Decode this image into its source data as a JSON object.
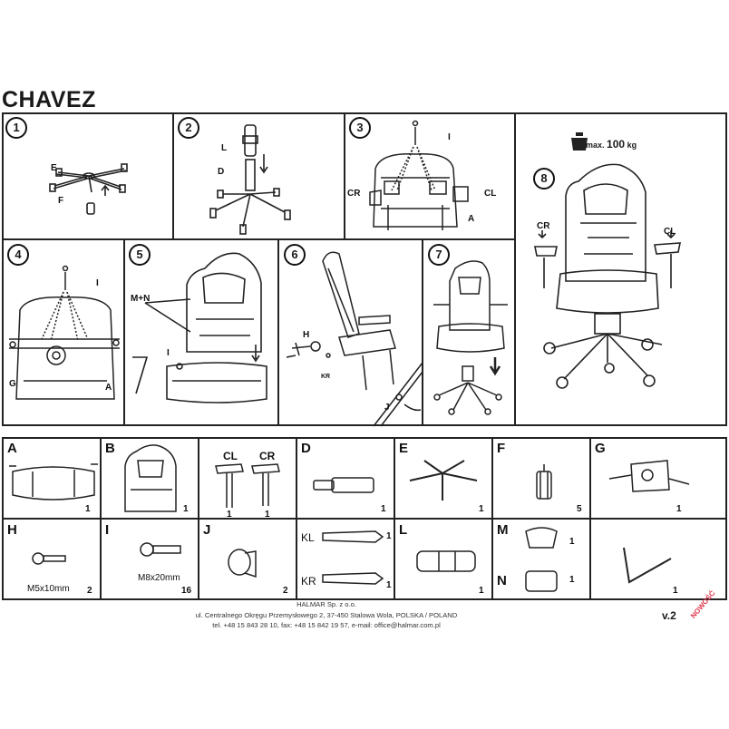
{
  "title": "CHAVEZ",
  "steps": {
    "s1": {
      "num": "1",
      "labels": {
        "e": "E",
        "f": "F"
      }
    },
    "s2": {
      "num": "2",
      "labels": {
        "l": "L",
        "d": "D"
      }
    },
    "s3": {
      "num": "3",
      "labels": {
        "i": "I",
        "cr": "CR",
        "cl": "CL",
        "a": "A"
      }
    },
    "s4": {
      "num": "4",
      "labels": {
        "i": "I",
        "g": "G",
        "a": "A"
      }
    },
    "s5": {
      "num": "5",
      "labels": {
        "mn": "M+N",
        "i": "I"
      }
    },
    "s6": {
      "num": "6",
      "labels": {
        "h": "H",
        "kr": "KR",
        "j": "J"
      }
    },
    "s7": {
      "num": "7"
    },
    "s8": {
      "num": "8",
      "labels": {
        "cr": "CR",
        "cl": "CL"
      },
      "max_prefix": "max.",
      "max_value": "100",
      "max_unit": "kg"
    }
  },
  "parts": {
    "a": {
      "letter": "A",
      "qty": "1"
    },
    "b": {
      "letter": "B",
      "qty": "1"
    },
    "c": {
      "cl": "CL",
      "cr": "CR",
      "qty_cl": "1",
      "qty_cr": "1"
    },
    "d": {
      "letter": "D",
      "qty": "1"
    },
    "e": {
      "letter": "E",
      "qty": "1"
    },
    "f": {
      "letter": "F",
      "qty": "5"
    },
    "g": {
      "letter": "G",
      "qty": "1"
    },
    "h": {
      "letter": "H",
      "size": "M5x10mm",
      "qty": "2"
    },
    "i": {
      "letter": "I",
      "size": "M8x20mm",
      "qty": "16"
    },
    "j": {
      "letter": "J",
      "qty": "2"
    },
    "k": {
      "kl": "KL",
      "kr": "KR",
      "qty_kl": "1",
      "qty_kr": "1"
    },
    "l": {
      "letter": "L",
      "qty": "1"
    },
    "mn": {
      "m": "M",
      "n": "N",
      "qty_m": "1",
      "qty_n": "1"
    },
    "tool": {
      "qty": "1"
    }
  },
  "footer": {
    "company": "HALMAR Sp. z o.o.",
    "address": "ul. Centralnego Okręgu Przemysłowego 2, 37-450 Stalowa Wola, POLSKA / POLAND",
    "contact": "tel. +48 15 843 28 10, fax: +48 15 842 19 57, e-mail: office@halmar.com.pl"
  },
  "version": "v.2",
  "stamp": "NOWOŚĆ",
  "colors": {
    "line": "#222222",
    "stamp": "#e0344a"
  }
}
